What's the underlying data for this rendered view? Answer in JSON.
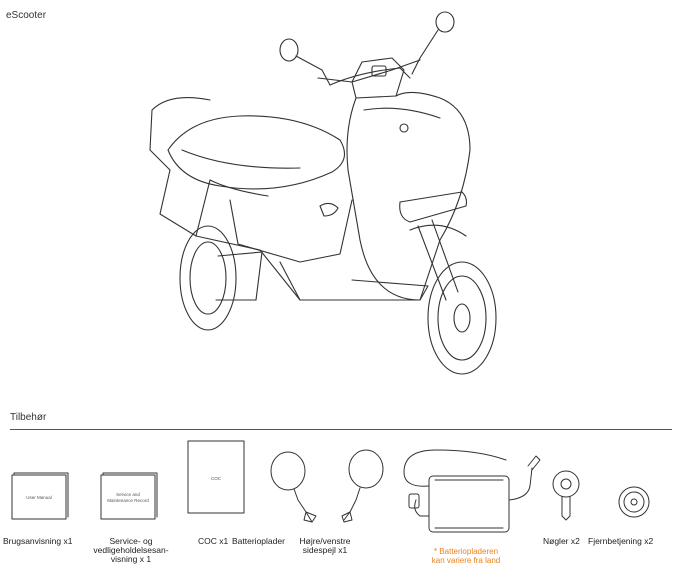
{
  "sections": {
    "main_title": "eScooter",
    "accessories_title": "Tilbehør"
  },
  "books": {
    "user_manual": "User Manual",
    "service_line1": "Service and",
    "service_line2": "Maintenance Record",
    "coc": "COC"
  },
  "accessories": {
    "user_manual_label": "Brugsanvisning x1",
    "service_label_line1": "Service- og",
    "service_label_line2": "vedligeholdelsesan-",
    "service_label_line3": "visning x 1",
    "coc_label": "COC x1",
    "charger_label": "Batterioplader",
    "mirrors_label_line1": "Højre/venstre",
    "mirrors_label_line2": "sidespejl x1",
    "charger_note_line1": "* Batteriopladeren",
    "charger_note_line2": "kan variere fra land",
    "keys_label": "Nøgler x2",
    "remote_label": "Fjernbetjening x2"
  },
  "colors": {
    "note_orange": "#e8821e",
    "line": "#333333"
  }
}
